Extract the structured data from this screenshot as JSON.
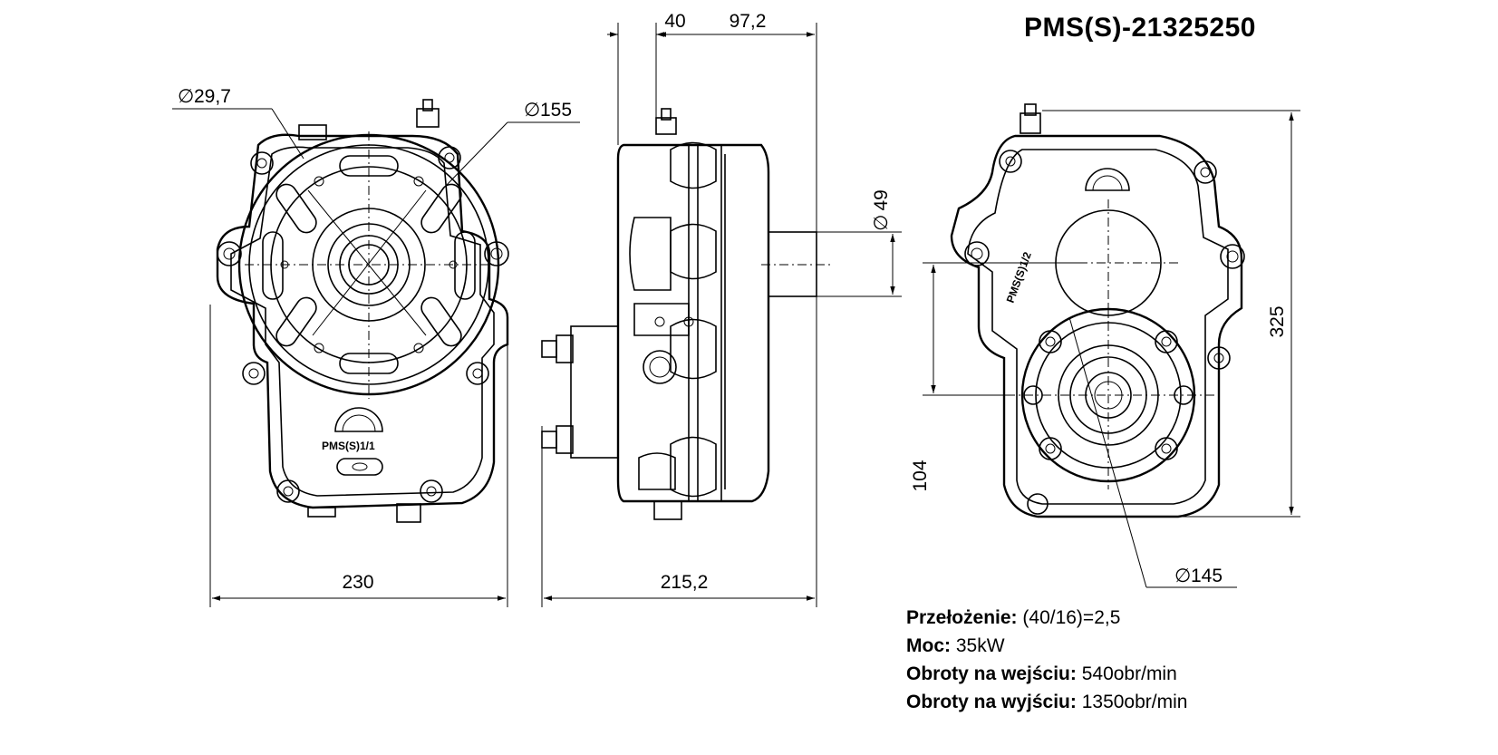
{
  "title": "PMS(S)-21325250",
  "specs": [
    {
      "label": "Przełożenie:",
      "value": "(40/16)=2,5"
    },
    {
      "label": "Moc:",
      "value": "35kW"
    },
    {
      "label": "Obroty na wejściu:",
      "value": "540obr/min"
    },
    {
      "label": "Obroty na wyjściu:",
      "value": "1350obr/min"
    }
  ],
  "dimensions": {
    "front_hole_dia": "29,7",
    "front_flange_dia": "155",
    "front_width": "230",
    "side_offset": "40",
    "side_depth_top": "97,2",
    "side_shaft_dia": "49",
    "side_length": "215,2",
    "rear_height": "325",
    "rear_shaft_height": "104",
    "rear_bolt_circle_dia": "145"
  },
  "diameter_symbol": "∅",
  "casting_marks": {
    "front": "PMS(S)1/1",
    "rear": "PMS(S)1/2"
  }
}
